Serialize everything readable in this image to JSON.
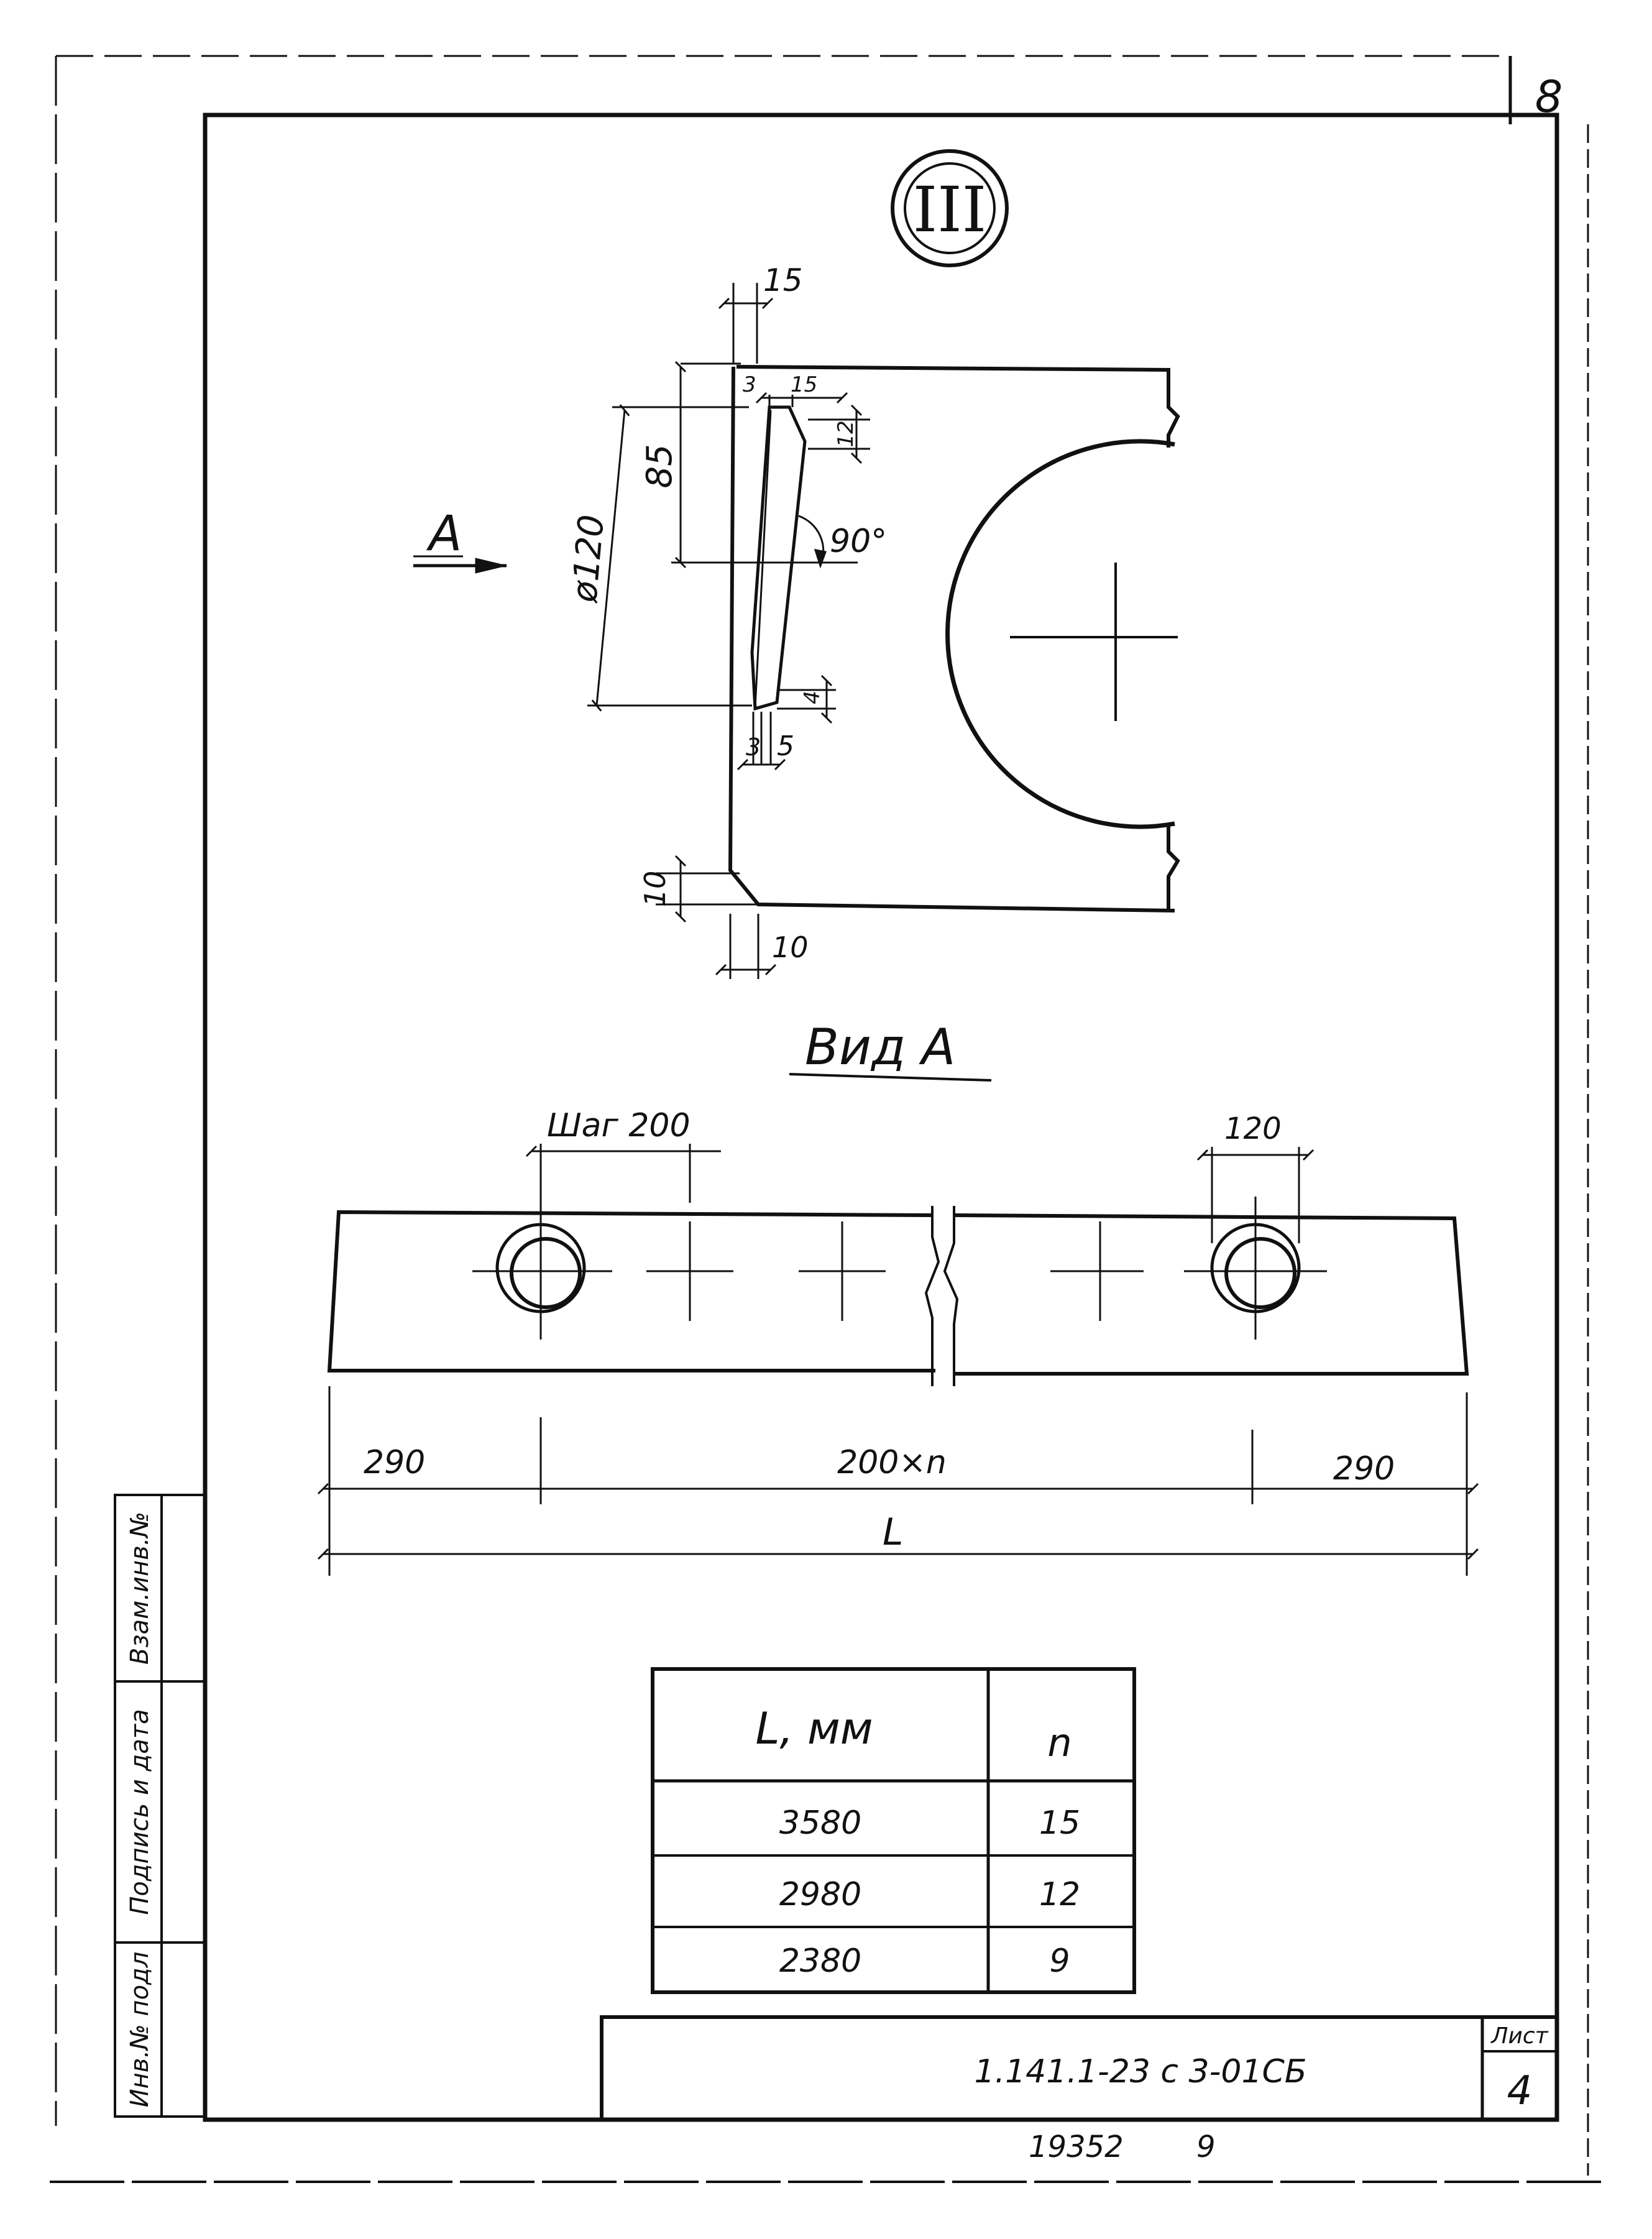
{
  "sheet": {
    "corner_number": "8",
    "circle_label": "III",
    "view_arrow_label": "A",
    "view_title": "Вид А",
    "title_block": {
      "designation": "1.141.1-23 с 3-01СБ",
      "sheet_label": "Лист",
      "sheet_number": "4"
    },
    "bottom_number_1": "19352",
    "bottom_number_2": "9",
    "side_stamp": [
      "Инв.№ подл",
      "Подпись и дата",
      "Взам.инв.№"
    ]
  },
  "top_view": {
    "dims": {
      "d15_top": "15",
      "d3_top": "3",
      "d15_inner": "15",
      "d12": "12",
      "d85": "85",
      "diam": "ø120",
      "angle": "90°",
      "d4": "4",
      "d3_bottom": "3",
      "d5": "5",
      "d10_vertical": "10",
      "d10_horizontal": "10"
    }
  },
  "view_a": {
    "step_label": "Шаг 200",
    "hole_dim": "120",
    "dim_left": "290",
    "dim_middle": "200×n",
    "dim_right": "290",
    "dim_total": "L"
  },
  "table": {
    "headers": [
      "L, мм",
      "n"
    ],
    "rows": [
      [
        "3580",
        "15"
      ],
      [
        "2980",
        "12"
      ],
      [
        "2380",
        "9"
      ]
    ]
  }
}
